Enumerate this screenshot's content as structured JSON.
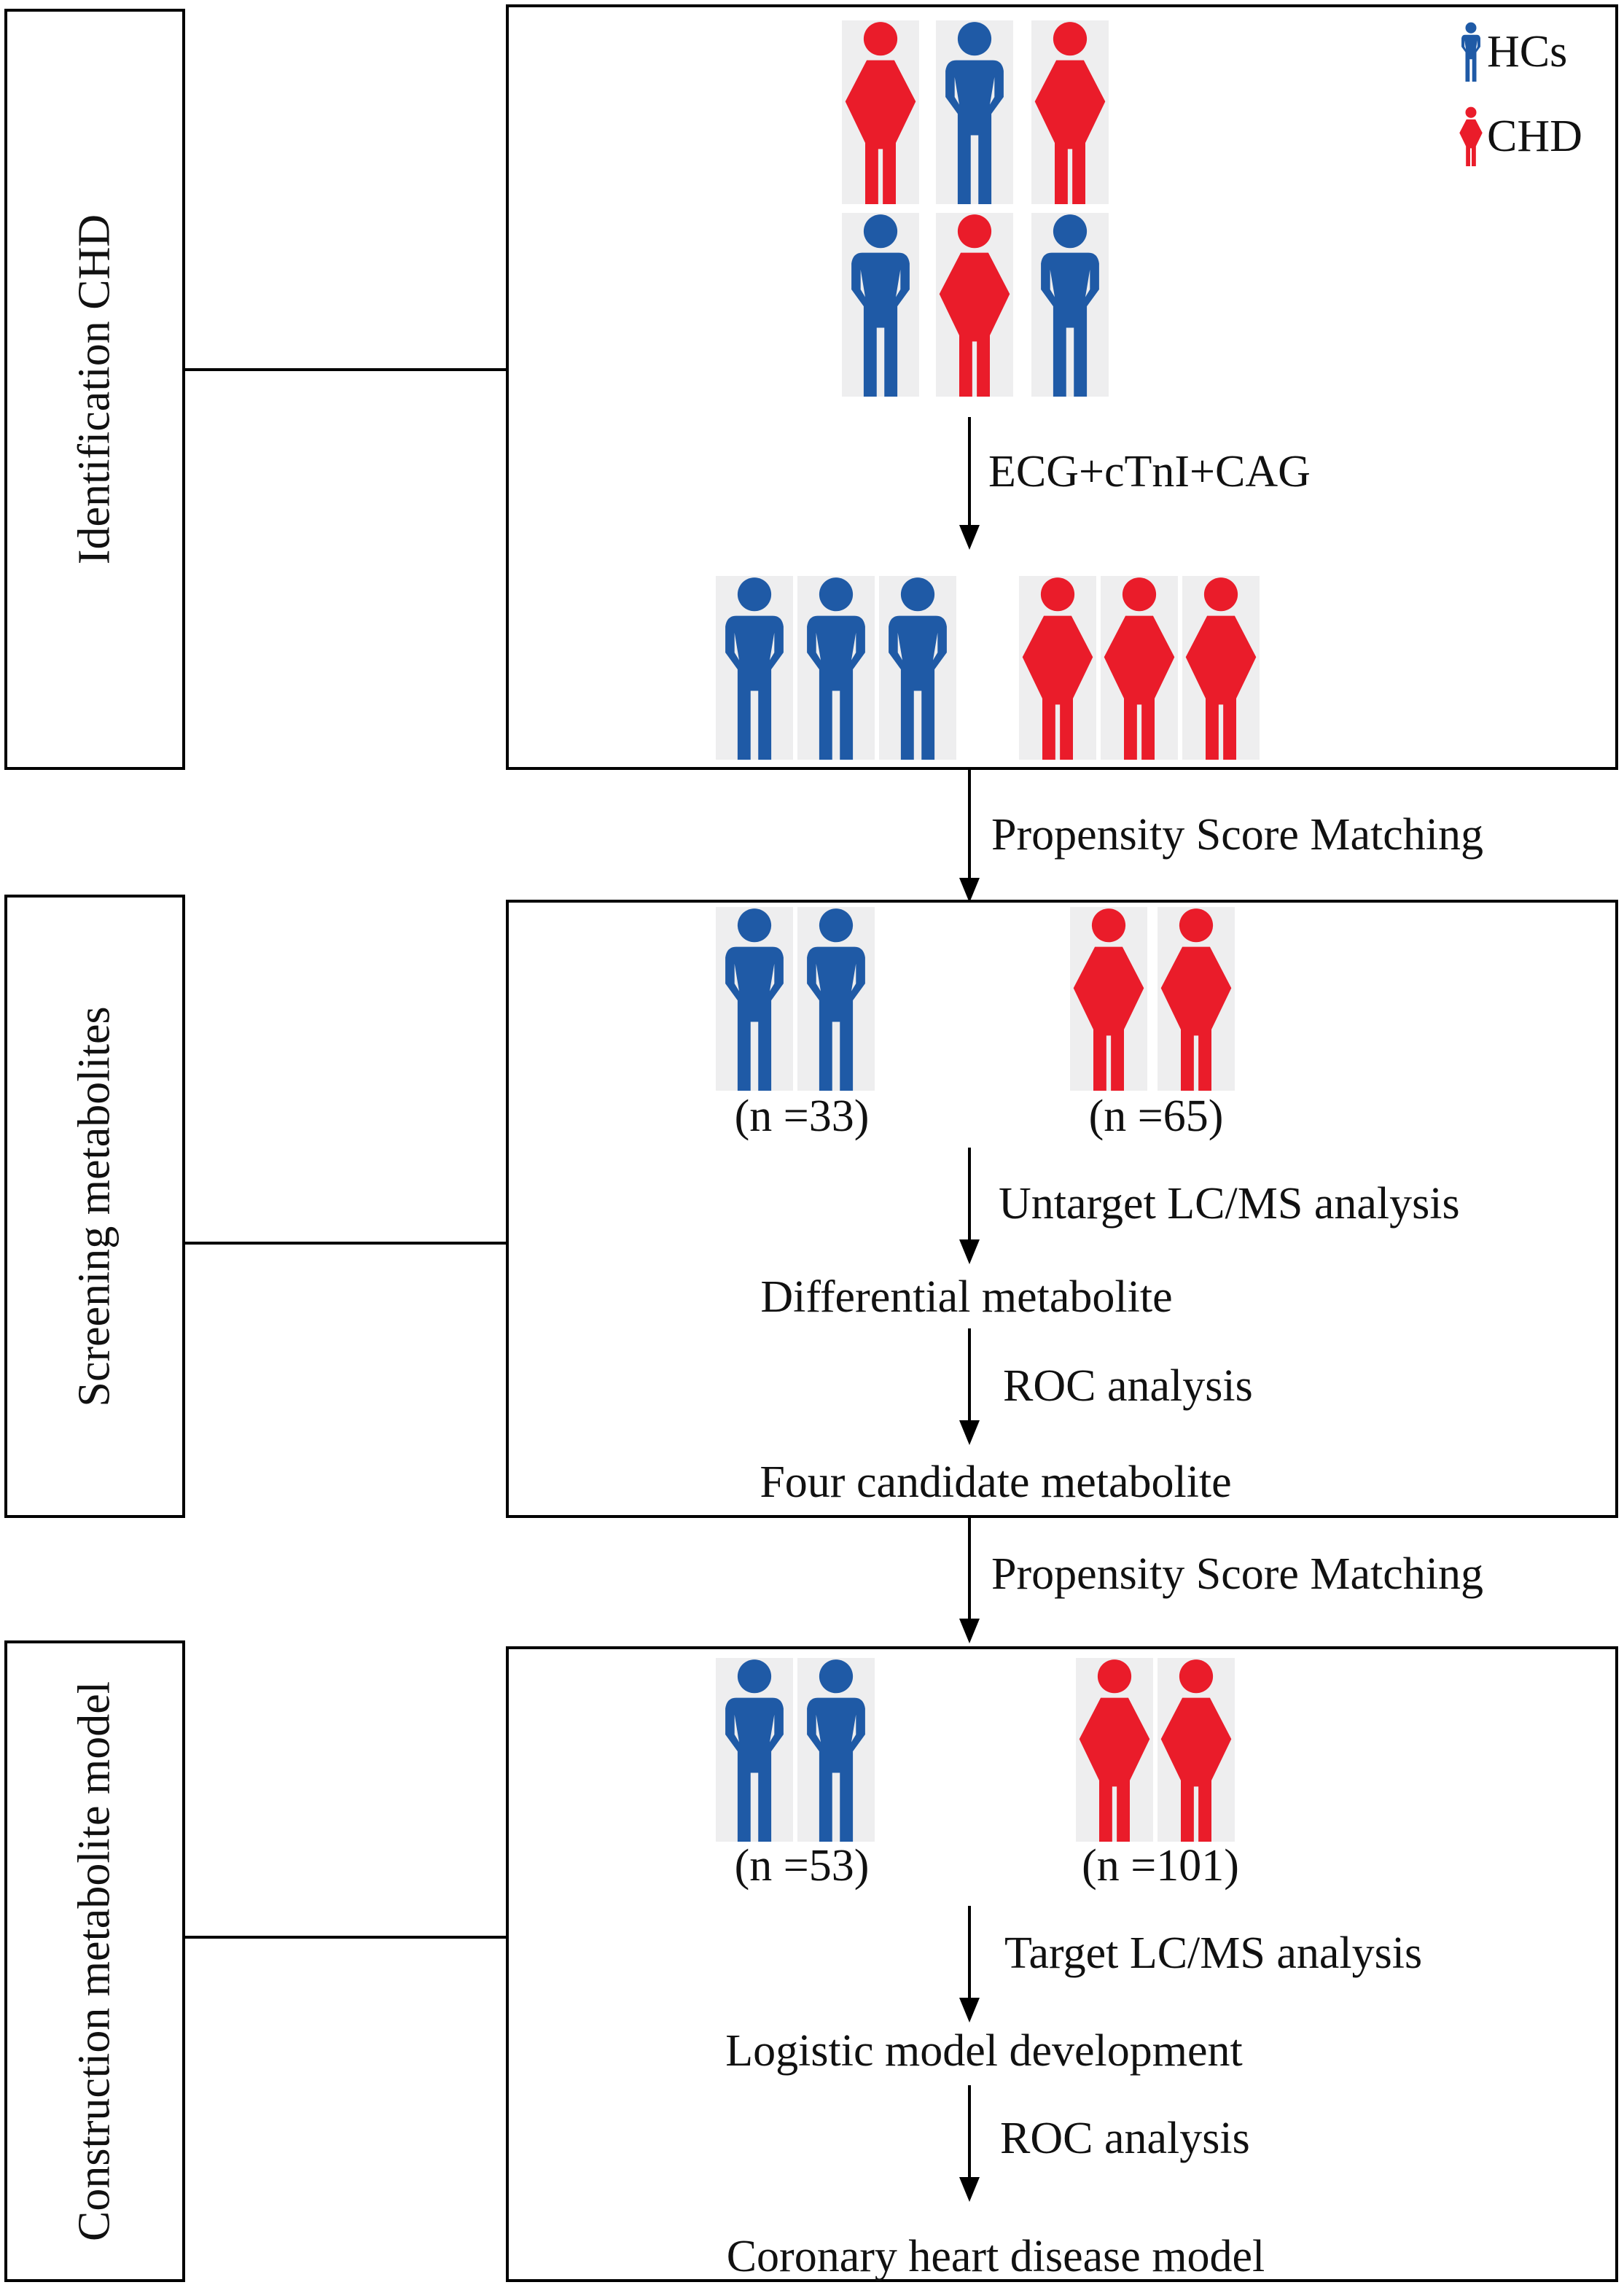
{
  "legend": {
    "hc_label": "HCs",
    "chd_label": "CHD"
  },
  "colors": {
    "hc": "#1f5aa6",
    "chd": "#ea1c2a",
    "tile": "#eeeeef",
    "line": "#000000"
  },
  "stages": [
    {
      "label": "Identification  CHD"
    },
    {
      "label": "Screening  metabolites"
    },
    {
      "label": "Construction metabolite model"
    }
  ],
  "identification": {
    "test_label": "ECG+cTnI+CAG"
  },
  "transitions": {
    "psm_1": "Propensity Score Matching",
    "psm_2": "Propensity Score Matching"
  },
  "screening": {
    "hc_count": "(n =33)",
    "chd_count": "(n =65)",
    "step_1": "Untarget LC/MS  analysis",
    "result_1": "Differential metabolite",
    "step_2": "ROC analysis",
    "result_2": "Four candidate metabolite"
  },
  "construction": {
    "hc_count": "(n =53)",
    "chd_count": "(n =101)",
    "step_1": "Target LC/MS  analysis",
    "result_1": "Logistic model development",
    "step_2": "ROC analysis",
    "result_2": "Coronary heart disease model"
  }
}
